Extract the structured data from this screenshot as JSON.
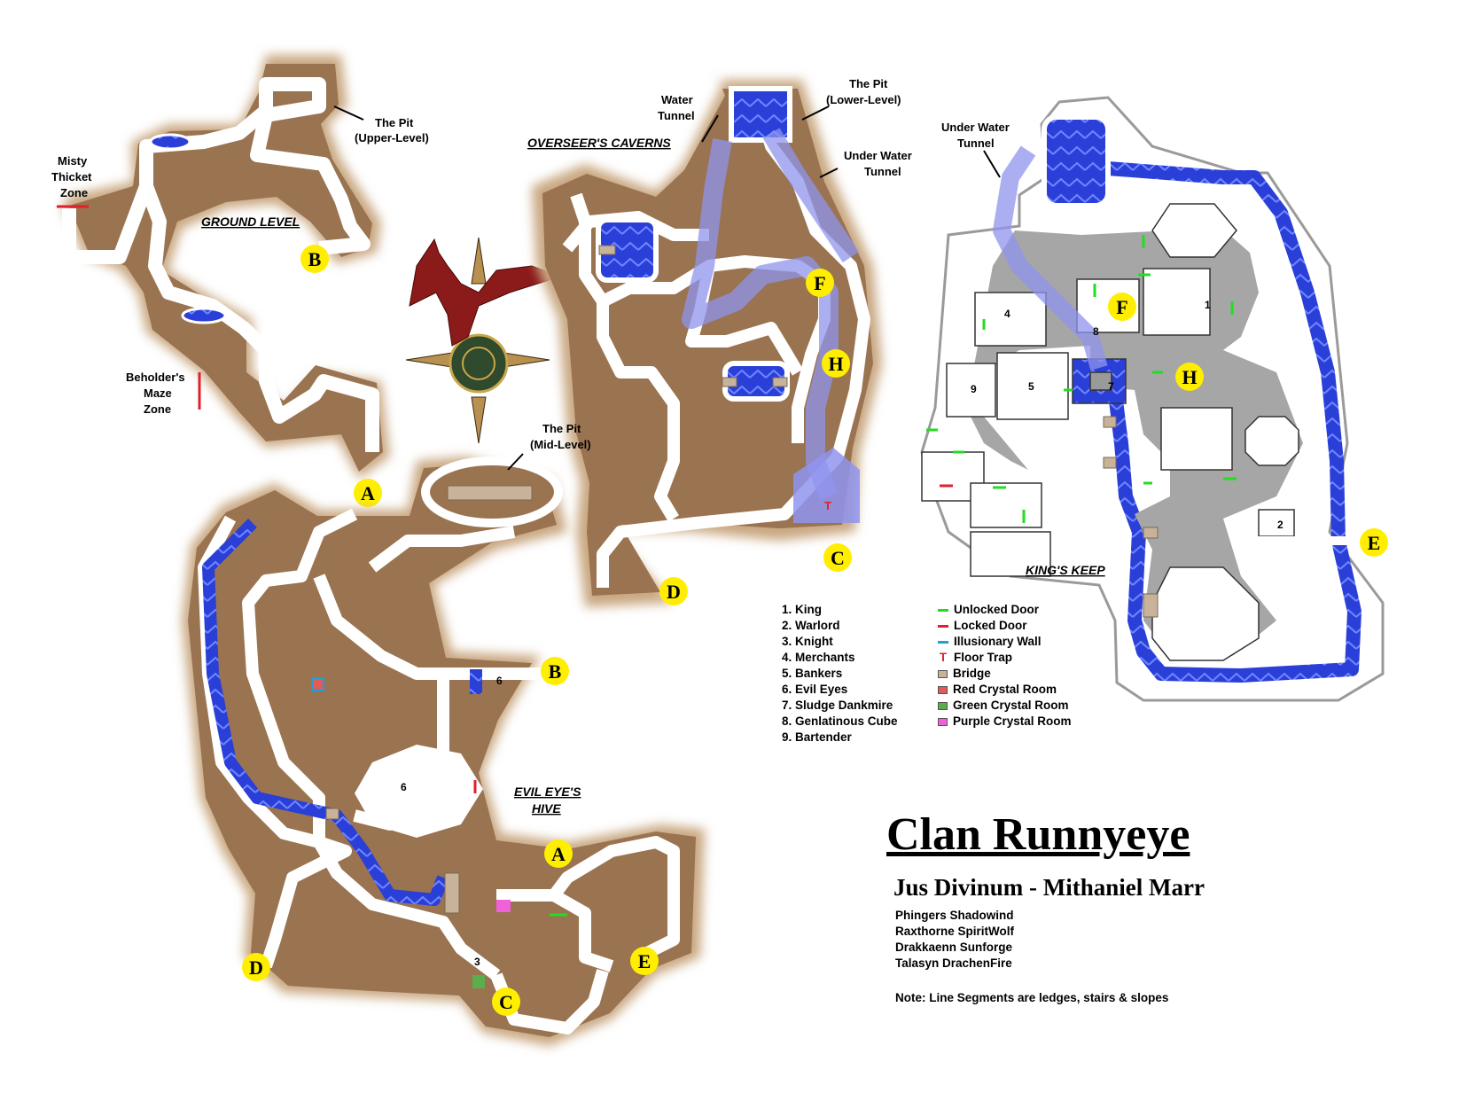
{
  "title": "Clan Runnyeye",
  "subtitle": "Jus Divinum - Mithaniel Marr",
  "credits": [
    "Phingers Shadowind",
    "Raxthorne SpiritWolf",
    "Drakkaenn Sunforge",
    "Talasyn DrachenFire"
  ],
  "note": "Note: Line Segments are ledges, stairs & slopes",
  "zones": {
    "ground_level": "GROUND LEVEL",
    "overseers_caverns": "OVERSEER'S CAVERNS",
    "kings_keep": "KING'S KEEP",
    "evil_eyes_hive_1": "EVIL EYE'S",
    "evil_eyes_hive_2": "HIVE"
  },
  "callouts": {
    "pit_upper_1": "The Pit",
    "pit_upper_2": "(Upper-Level)",
    "pit_mid_1": "The Pit",
    "pit_mid_2": "(Mid-Level)",
    "pit_lower_1": "The Pit",
    "pit_lower_2": "(Lower-Level)",
    "misty_1": "Misty",
    "misty_2": "Thicket",
    "misty_3": "Zone",
    "beholder_1": "Beholder's",
    "beholder_2": "Maze",
    "beholder_3": "Zone",
    "water_tunnel_1": "Water",
    "water_tunnel_2": "Tunnel",
    "uw_tunnel_a_1": "Under Water",
    "uw_tunnel_a_2": "Tunnel",
    "uw_tunnel_b_1": "Under Water",
    "uw_tunnel_b_2": "Tunnel"
  },
  "markers": {
    "ground_b": "B",
    "ground_a": "A",
    "caverns_f": "F",
    "caverns_h": "H",
    "caverns_c": "C",
    "caverns_d": "D",
    "keep_f": "F",
    "keep_h": "H",
    "keep_e": "E",
    "hive_b": "B",
    "hive_a": "A",
    "hive_d": "D",
    "hive_e": "E",
    "hive_c": "C"
  },
  "room_numbers": {
    "k1": "1",
    "k2": "2",
    "k4": "4",
    "k5": "5",
    "k7": "7",
    "k8": "8",
    "k9": "9",
    "h6a": "6",
    "h6b": "6",
    "h3": "3"
  },
  "trap_symbol": "T",
  "npc_legend": [
    "1. King",
    "2. Warlord",
    "3. Knight",
    "4. Merchants",
    "5. Bankers",
    "6. Evil Eyes",
    "7. Sludge Dankmire",
    "8. Genlatinous Cube",
    "9. Bartender"
  ],
  "symbol_legend": [
    {
      "label": "Unlocked Door",
      "kind": "line",
      "color": "#22dd22"
    },
    {
      "label": "Locked Door",
      "kind": "line",
      "color": "#e0202c"
    },
    {
      "label": "Illusionary Wall",
      "kind": "line",
      "color": "#1ea0d0"
    },
    {
      "label": "Floor Trap",
      "kind": "trap",
      "color": "#e0202c"
    },
    {
      "label": "Bridge",
      "kind": "box",
      "color": "#c8b39a"
    },
    {
      "label": "Red Crystal Room",
      "kind": "box",
      "color": "#e25a5a"
    },
    {
      "label": "Green Crystal Room",
      "kind": "box",
      "color": "#5cae4c"
    },
    {
      "label": "Purple Crystal Room",
      "kind": "box",
      "color": "#f060d8"
    }
  ],
  "colors": {
    "ground": "#9a7350",
    "ground_glow": "#c9a882",
    "path": "#ffffff",
    "water": "#2a3fd8",
    "underwater": "#8f94ee",
    "keep_stone": "#a6a6a6",
    "marker": "#ffee00"
  }
}
